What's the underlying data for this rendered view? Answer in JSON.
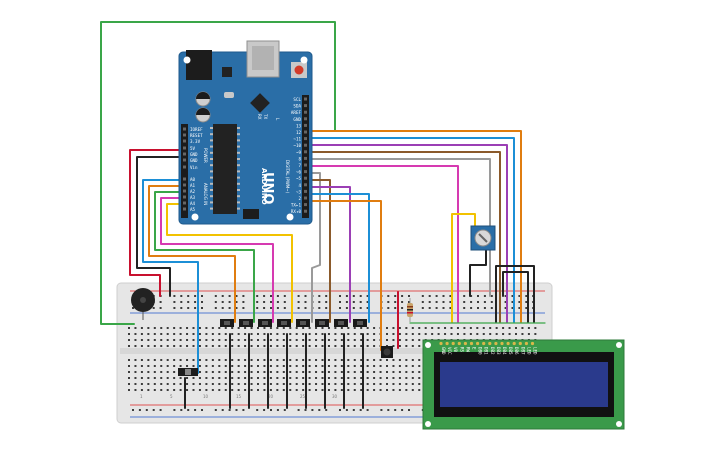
{
  "arduino": {
    "brand": "ARDUINO",
    "model": "UNO",
    "left_pins": [
      "IOREF",
      "RESET",
      "3.3V",
      "5V",
      "GND",
      "GND",
      "Vin",
      "A0",
      "A1",
      "A2",
      "A3",
      "A4",
      "A5"
    ],
    "right_pins": [
      "SCL",
      "SDA",
      "AREF",
      "GND",
      "13",
      "12",
      "~11",
      "~10",
      "~9",
      "8",
      "7",
      "~6",
      "~5",
      "4",
      "~3",
      "2",
      "TX▸1",
      "RX◂0"
    ],
    "power_label": "POWER",
    "analog_label": "ANALOG IN",
    "digital_label": "DIGITAL (PWM~)",
    "led_labels": [
      "L",
      "TX",
      "RX"
    ],
    "colors": {
      "board": "#2a6ea7",
      "board_edge": "#1f5a8c",
      "header": "#1b1b1b",
      "chip": "#222222"
    }
  },
  "breadboard": {
    "column_numbers": [
      "1",
      "5",
      "10",
      "15",
      "20",
      "25",
      "30"
    ],
    "colors": {
      "body": "#e6e6e6",
      "hole": "#3c3c3c",
      "rail_red": "#d22",
      "rail_blue": "#2255cc"
    }
  },
  "lcd": {
    "pin_labels": [
      "GND",
      "VCC",
      "V0",
      "RS",
      "RW",
      "E",
      "DB0",
      "DB1",
      "DB2",
      "DB3",
      "DB4",
      "DB5",
      "DB6",
      "DB7",
      "LED",
      "LED"
    ],
    "colors": {
      "board": "#3a9a4a",
      "bezel": "#111111",
      "screen": "#2a3a8c"
    }
  },
  "components": {
    "buzzer": "buzzer",
    "pushbuttons": 8,
    "potentiometer": "potentiometer",
    "resistor": "resistor",
    "slide_switch": "slide-switch",
    "tact_button": "tact-button"
  },
  "wire_colors": {
    "green": "#3aa648",
    "red": "#c8102e",
    "black": "#222222",
    "orange": "#e07d10",
    "blue": "#1c8fd6",
    "purple": "#9b3fb5",
    "magenta": "#d63ab1",
    "yellow": "#f2c200",
    "gray": "#9a9a9a",
    "brown": "#8b5a2b",
    "white": "#ffffff"
  }
}
